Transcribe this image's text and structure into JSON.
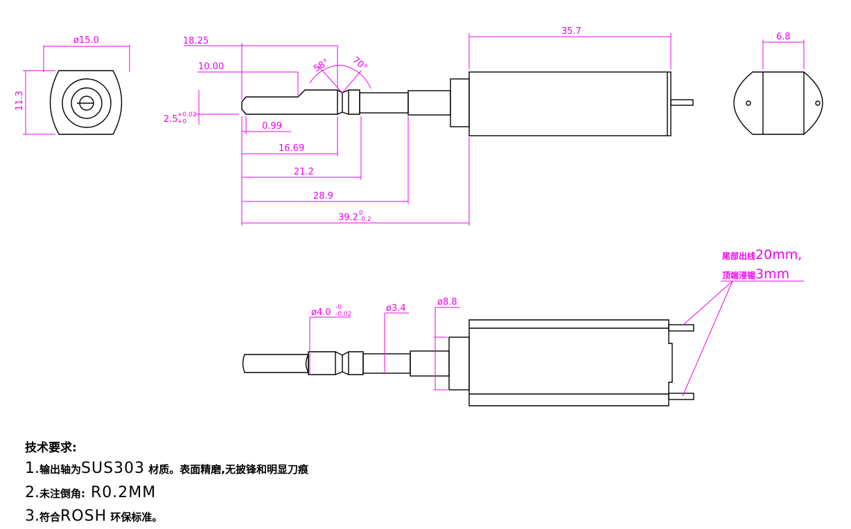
{
  "dimensions": {
    "front_diameter": "ø15.0",
    "front_height": "11.3",
    "len_18_25": "18.25",
    "len_10_00": "10.00",
    "angle_58": "58°",
    "angle_70": "70°",
    "body_length": "35.7",
    "side_width": "6.8",
    "tip_height": "2.5",
    "tip_height_tol_upper": "+0.02",
    "tip_height_tol_lower": "+0",
    "len_0_99": "0.99",
    "len_16_69": "16.69",
    "len_21_2": "21.2",
    "len_28_9": "28.9",
    "len_39_2": "39.2",
    "len_39_2_tol_upper": "0",
    "len_39_2_tol_lower": "-0.2",
    "dia_4_0": "ø4.0",
    "dia_4_0_tol_upper": "-0",
    "dia_4_0_tol_lower": "-0.02",
    "dia_3_4": "ø3.4",
    "dia_8_8": "ø8.8"
  },
  "lead_note": {
    "line1_cn": "尾部出线",
    "line1_val": "20mm,",
    "line2_cn": "顶端浸锡",
    "line2_val": "3mm"
  },
  "notes": {
    "title": "技术要求:",
    "items": [
      {
        "num": "1.",
        "parts": [
          {
            "t": "cn",
            "s": "输出轴为"
          },
          {
            "t": "en",
            "s": "SUS303"
          },
          {
            "t": "cn",
            "s": " 材质。表面精磨,无披锋和明显刀痕"
          }
        ]
      },
      {
        "num": "2.",
        "parts": [
          {
            "t": "cn",
            "s": "未注倒角:"
          },
          {
            "t": "en",
            "s": " R0.2MM"
          }
        ]
      },
      {
        "num": "3.",
        "parts": [
          {
            "t": "cn",
            "s": "符合"
          },
          {
            "t": "en",
            "s": "ROSH"
          },
          {
            "t": "cn",
            "s": " 环保标准。"
          }
        ]
      }
    ]
  },
  "colors": {
    "object": "#000000",
    "dimension": "#ee00ee"
  }
}
